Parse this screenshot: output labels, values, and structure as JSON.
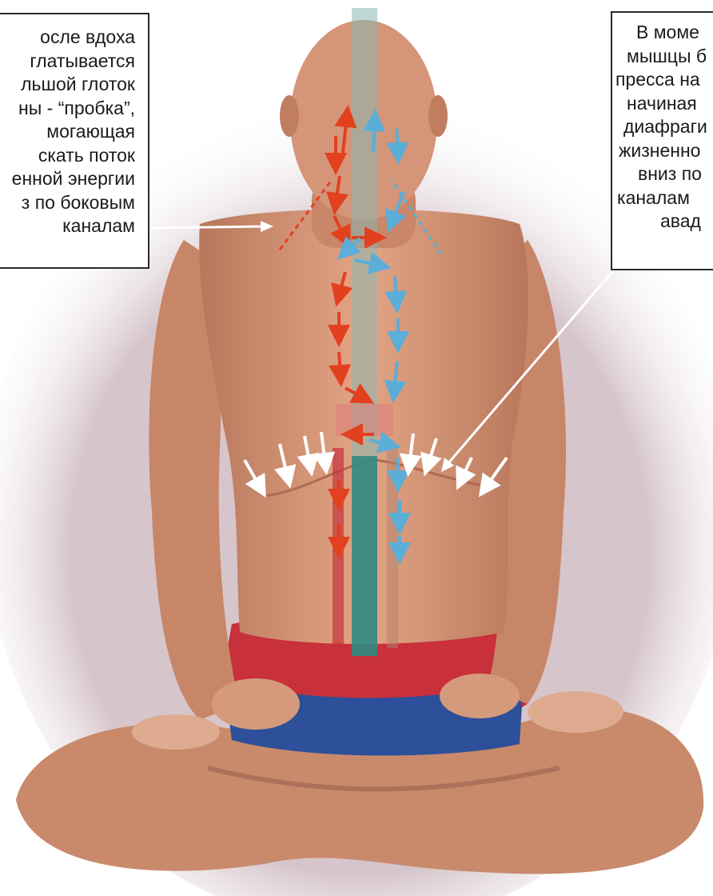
{
  "callouts": {
    "left": {
      "lines": [
        "осле вдоха",
        "глатывается",
        "льшой глоток",
        "ны - “пробка”,",
        "могающая",
        "скать поток",
        "енной энергии",
        "з по боковым",
        "каналам"
      ]
    },
    "right": {
      "lines": [
        "В моме",
        "мышцы б",
        "пресса на",
        "начиная",
        "диафраги",
        "жизненно",
        "вниз по",
        "каналам",
        "авад"
      ]
    }
  },
  "colors": {
    "red_channel": "#e2401f",
    "blue_channel": "#5aaed8",
    "central_channel": "#2f8a82",
    "skin": "#d99a7b",
    "shorts_red": "#c8303a",
    "shorts_blue": "#2e4f9a",
    "background": "#ffffff"
  },
  "icons": [
    "arrow-down-icon",
    "arrow-up-icon",
    "arrow-right-icon",
    "arrow-left-icon"
  ]
}
